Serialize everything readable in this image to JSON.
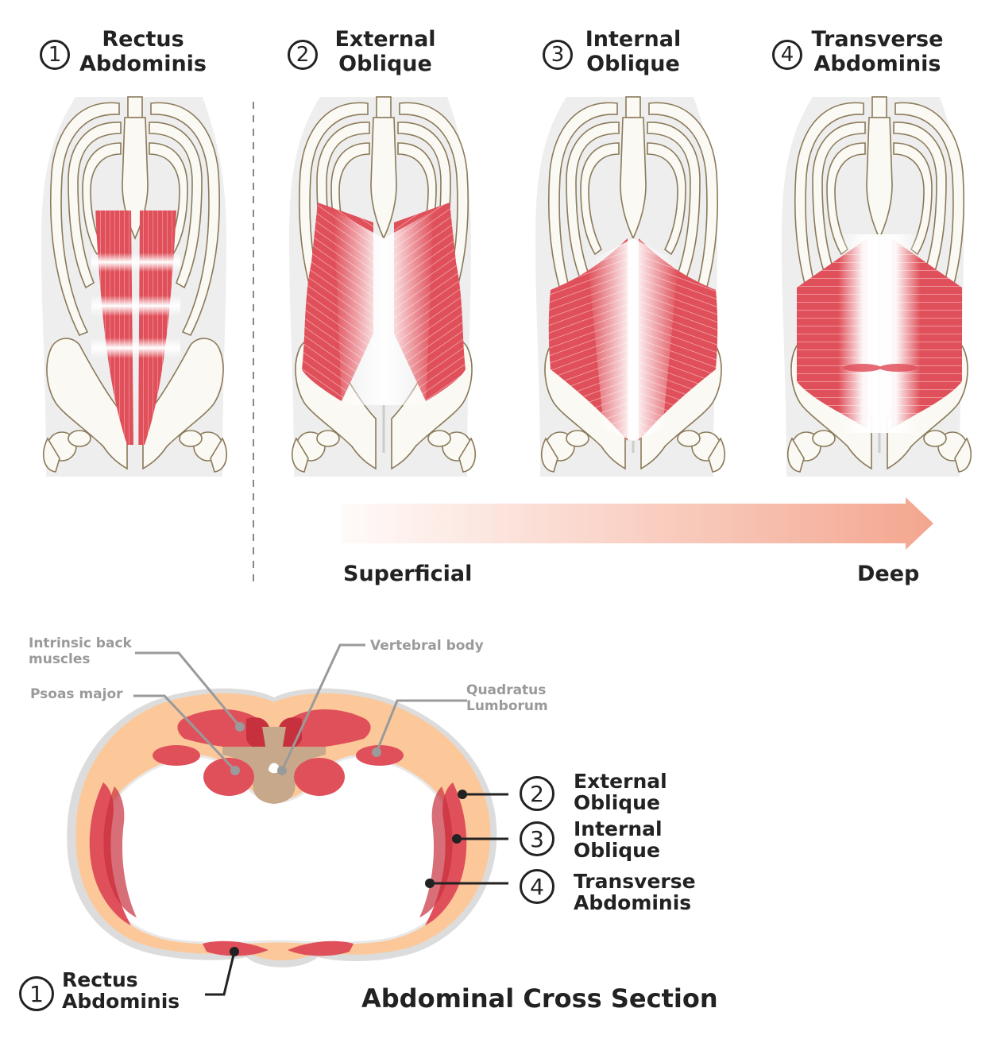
{
  "panels": [
    {
      "num": "1",
      "line1": "Rectus",
      "line2": "Abdominis"
    },
    {
      "num": "2",
      "line1": "External",
      "line2": "Oblique"
    },
    {
      "num": "3",
      "line1": "Internal",
      "line2": "Oblique"
    },
    {
      "num": "4",
      "line1": "Transverse",
      "line2": "Abdominis"
    }
  ],
  "depth_axis": {
    "start_label": "Superficial",
    "end_label": "Deep"
  },
  "cross_section": {
    "title": "Abdominal Cross Section",
    "labels": {
      "intrinsic_back_1": "Intrinsic back",
      "intrinsic_back_2": "muscles",
      "vertebral_body": "Vertebral body",
      "psoas_major": "Psoas major",
      "quadratus_1": "Quadratus",
      "quadratus_2": "Lumborum"
    },
    "callouts": [
      {
        "num": "2",
        "line1": "External",
        "line2": "Oblique"
      },
      {
        "num": "3",
        "line1": "Internal",
        "line2": "Oblique"
      },
      {
        "num": "4",
        "line1": "Transverse",
        "line2": "Abdominis"
      }
    ],
    "rectus_callout": {
      "num": "1",
      "line1": "Rectus",
      "line2": "Abdominis"
    }
  },
  "colors": {
    "muscle": "#e0505a",
    "muscle_dark": "#c7303d",
    "body_gray": "#eeeeee",
    "bone_fill": "#fbf9f3",
    "bone_stroke": "#8a7a5a",
    "fat": "#fcc89a",
    "vertebra": "#c8a88a",
    "arrow": "#f4a68f"
  }
}
